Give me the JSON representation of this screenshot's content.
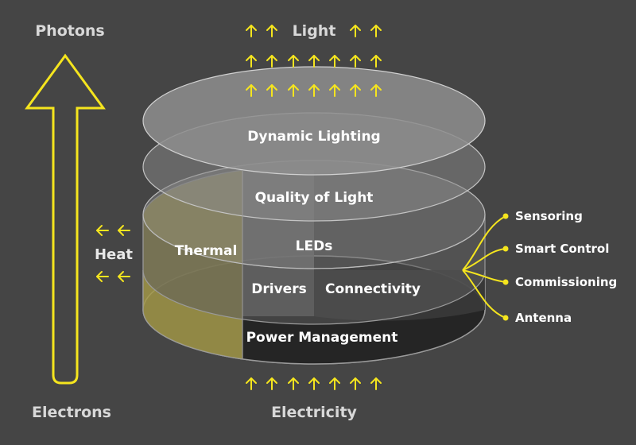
{
  "diagram": {
    "labels": {
      "photons": "Photons",
      "electrons": "Electrons",
      "light": "Light",
      "electricity": "Electricity",
      "heat": "Heat"
    },
    "layers": {
      "dynamic_lighting": "Dynamic Lighting",
      "quality_of_light": "Quality of Light",
      "thermal": "Thermal",
      "leds": "LEDs",
      "drivers": "Drivers",
      "connectivity": "Connectivity",
      "power_management": "Power Management"
    },
    "connectivity_items": [
      "Sensoring",
      "Smart Control",
      "Commissioning",
      "Antenna"
    ],
    "colors": {
      "background": "#454545",
      "accent_yellow": "#f5e51e",
      "thermal_fill": "#a49a4b",
      "label_grey": "#d8d8d8"
    }
  }
}
